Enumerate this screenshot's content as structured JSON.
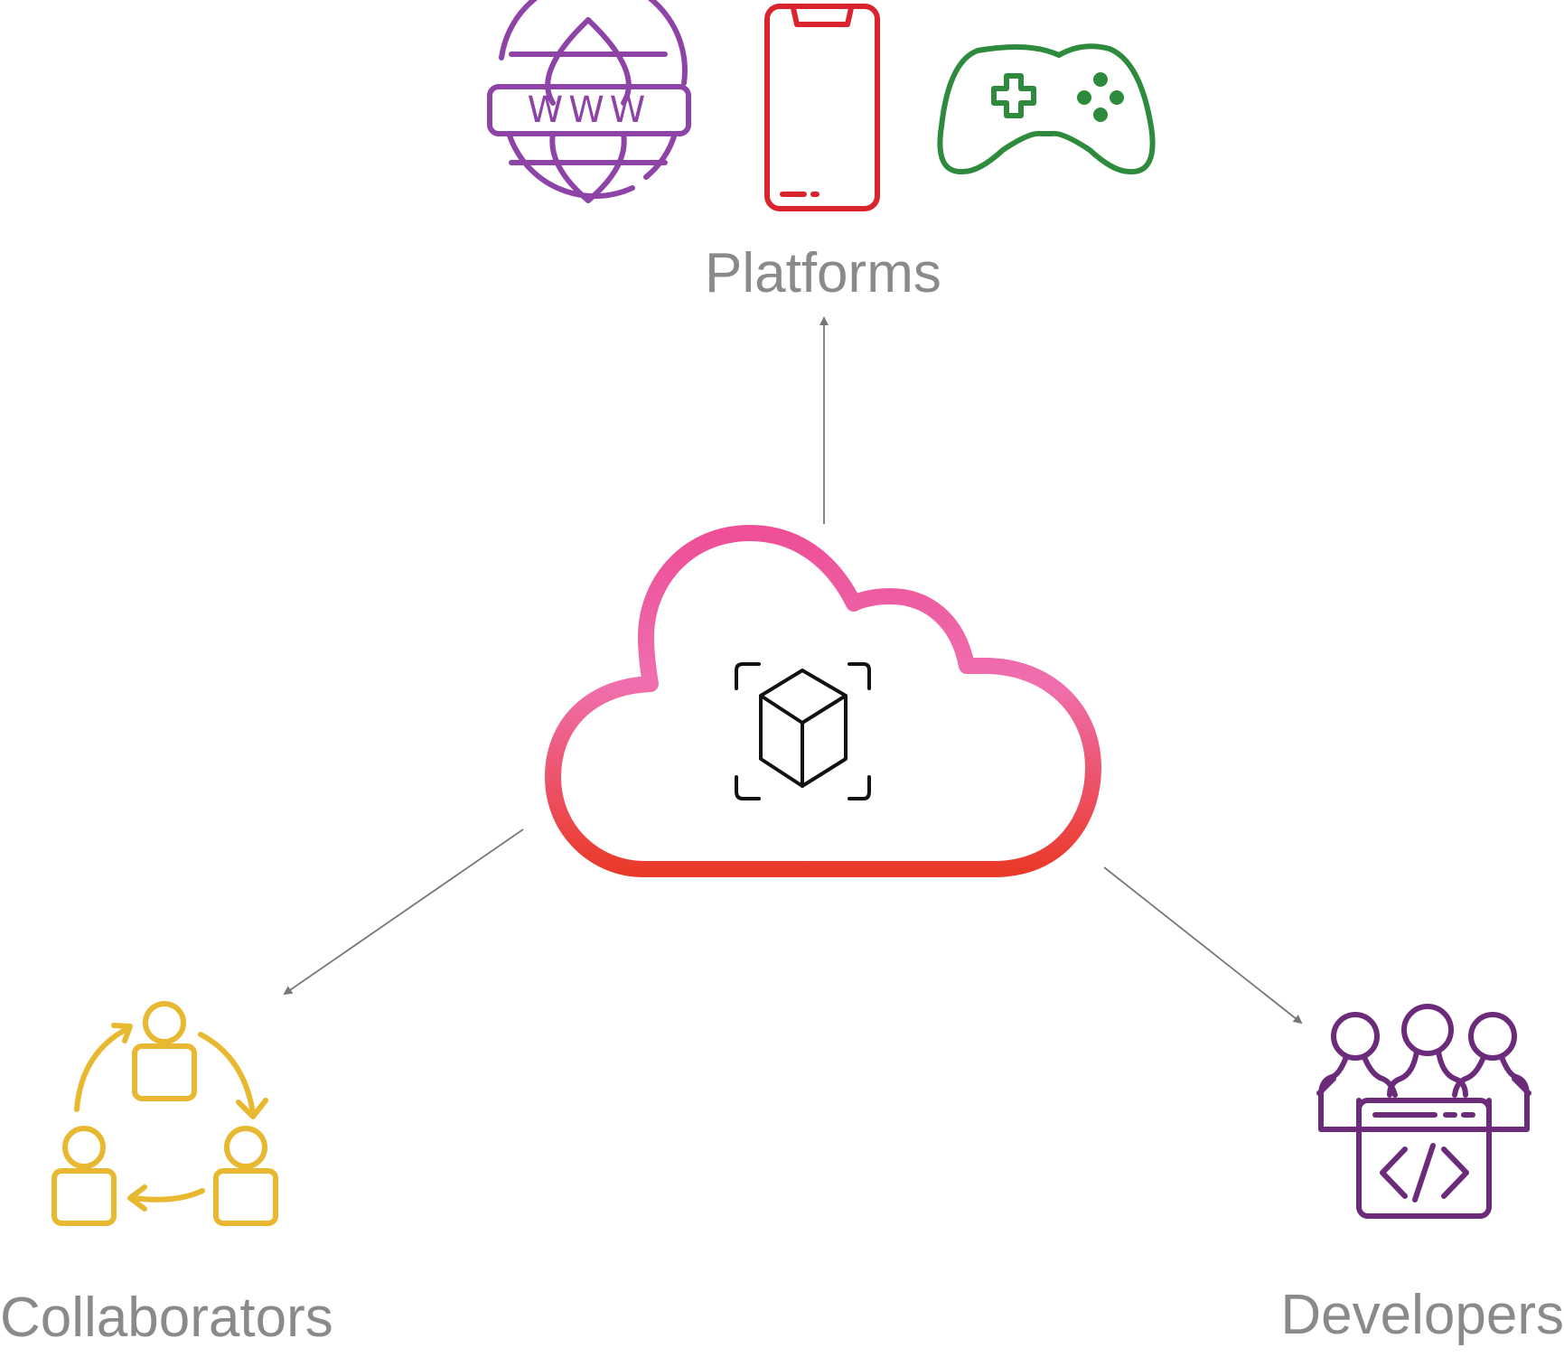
{
  "labels": {
    "platforms": "Platforms",
    "collaborators": "Collaborators",
    "developers": "Developers",
    "web_icon_text": "WWW"
  },
  "icons": {
    "web": "globe-www-icon",
    "mobile": "smartphone-icon",
    "game": "gamepad-icon",
    "hub": "cloud-icon",
    "hub_inner": "ar-cube-icon",
    "collaborators": "collaboration-cycle-icon",
    "developers": "developer-team-icon"
  },
  "colors": {
    "web": "#8e44a6",
    "mobile": "#d9232d",
    "game": "#2e8b3d",
    "cloud_top": "#ee4f97",
    "cloud_mid": "#ef6fae",
    "cloud_bottom": "#ea3a2a",
    "hub_inner": "#111111",
    "collaborators": "#e8b830",
    "developers": "#6b2a7a",
    "arrow": "#777777",
    "label_text": "#8a8a8a"
  }
}
